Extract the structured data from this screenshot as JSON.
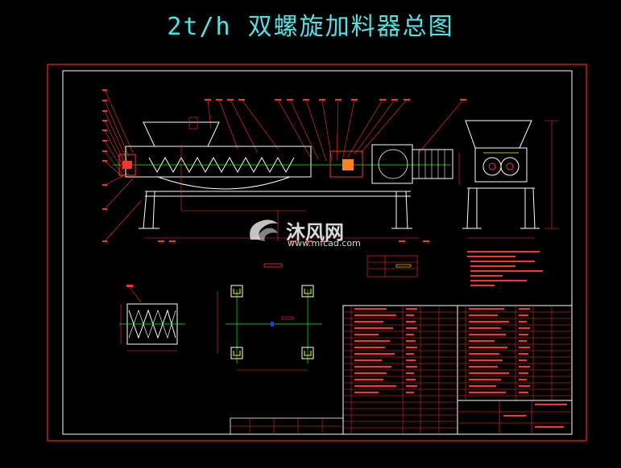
{
  "title": "2t/h 双螺旋加料器总图",
  "watermark": {
    "text": "沐风网",
    "url": "www.mfcad.com",
    "icon": "mf-logo-icon"
  },
  "colors": {
    "background": "#000000",
    "frame": "#ff0000",
    "title": "#4fe3e3",
    "outline": "#ffffff",
    "centerline": "#00ff00",
    "dimension": "#ff3030",
    "hidden": "#ff00ff",
    "accent": "#ffff00"
  }
}
